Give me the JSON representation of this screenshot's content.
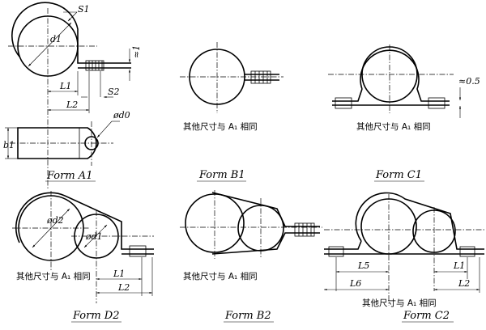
{
  "forms": {
    "a1": "Form  A1",
    "b1": "Form  B1",
    "c1": "Form  C1",
    "d2": "Form  D2",
    "b2": "Form  B2",
    "c2": "Form  C2"
  },
  "dims": {
    "s1": "S1",
    "s2": "S2",
    "d1": "d1",
    "d0": "ød0",
    "b1": "b1",
    "l1": "L1",
    "l2": "L2",
    "l5": "L5",
    "l6": "L6",
    "d2": "ød2",
    "d1b": "ød1",
    "approx1": "≈1",
    "approx05": "≈0.5"
  },
  "note": "其他尺寸与 A₁ 相同"
}
